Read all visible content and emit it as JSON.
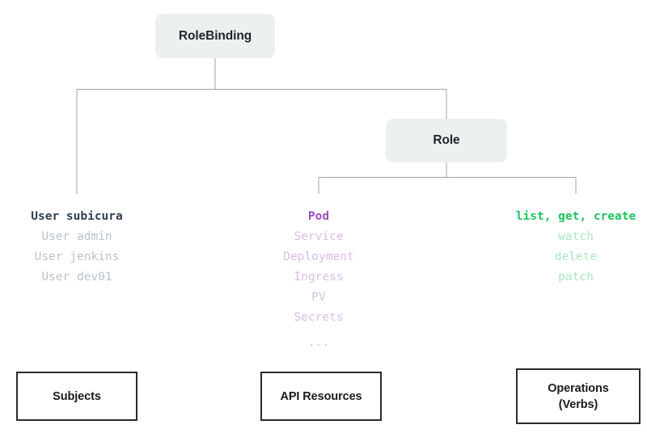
{
  "diagram": {
    "title": "Kubernetes RBAC RoleBinding Diagram",
    "nodes": {
      "rolebinding": "RoleBinding",
      "role": "Role"
    },
    "columns": [
      {
        "key": "subjects",
        "accent": "#2f4053",
        "dim_color": "#b9c3cb",
        "rows": [
          {
            "text": "User subicura",
            "emphasis": "head"
          },
          {
            "text": "User admin",
            "emphasis": "dim"
          },
          {
            "text": "User jenkins",
            "emphasis": "dim"
          },
          {
            "text": "User dev01",
            "emphasis": "dim"
          }
        ]
      },
      {
        "key": "resources",
        "accent": "#9b4dc4",
        "dim_color": "#dcbde9",
        "rows": [
          {
            "text": "Pod",
            "emphasis": "head"
          },
          {
            "text": "Service",
            "emphasis": "dim"
          },
          {
            "text": "Deployment",
            "emphasis": "dim"
          },
          {
            "text": "Ingress",
            "emphasis": "dim"
          },
          {
            "text": "PV",
            "emphasis": "dim"
          },
          {
            "text": "Secrets",
            "emphasis": "dim"
          },
          {
            "text": "...",
            "emphasis": "dim"
          }
        ]
      },
      {
        "key": "operations",
        "accent": "#1ec45f",
        "dim_color": "#a9e8c1",
        "rows": [
          {
            "text": "list, get, create",
            "emphasis": "head"
          },
          {
            "text": "watch",
            "emphasis": "dim"
          },
          {
            "text": "delete",
            "emphasis": "dim"
          },
          {
            "text": "patch",
            "emphasis": "dim"
          }
        ]
      }
    ],
    "legend": {
      "subjects": {
        "lines": [
          "Subjects"
        ]
      },
      "resources": {
        "lines": [
          "API Resources"
        ]
      },
      "operations": {
        "lines": [
          "Operations",
          "(Verbs)"
        ]
      }
    },
    "connector_color": "#9aa5a8",
    "node_fill": "#edf0f1",
    "background": "#ffffff"
  }
}
